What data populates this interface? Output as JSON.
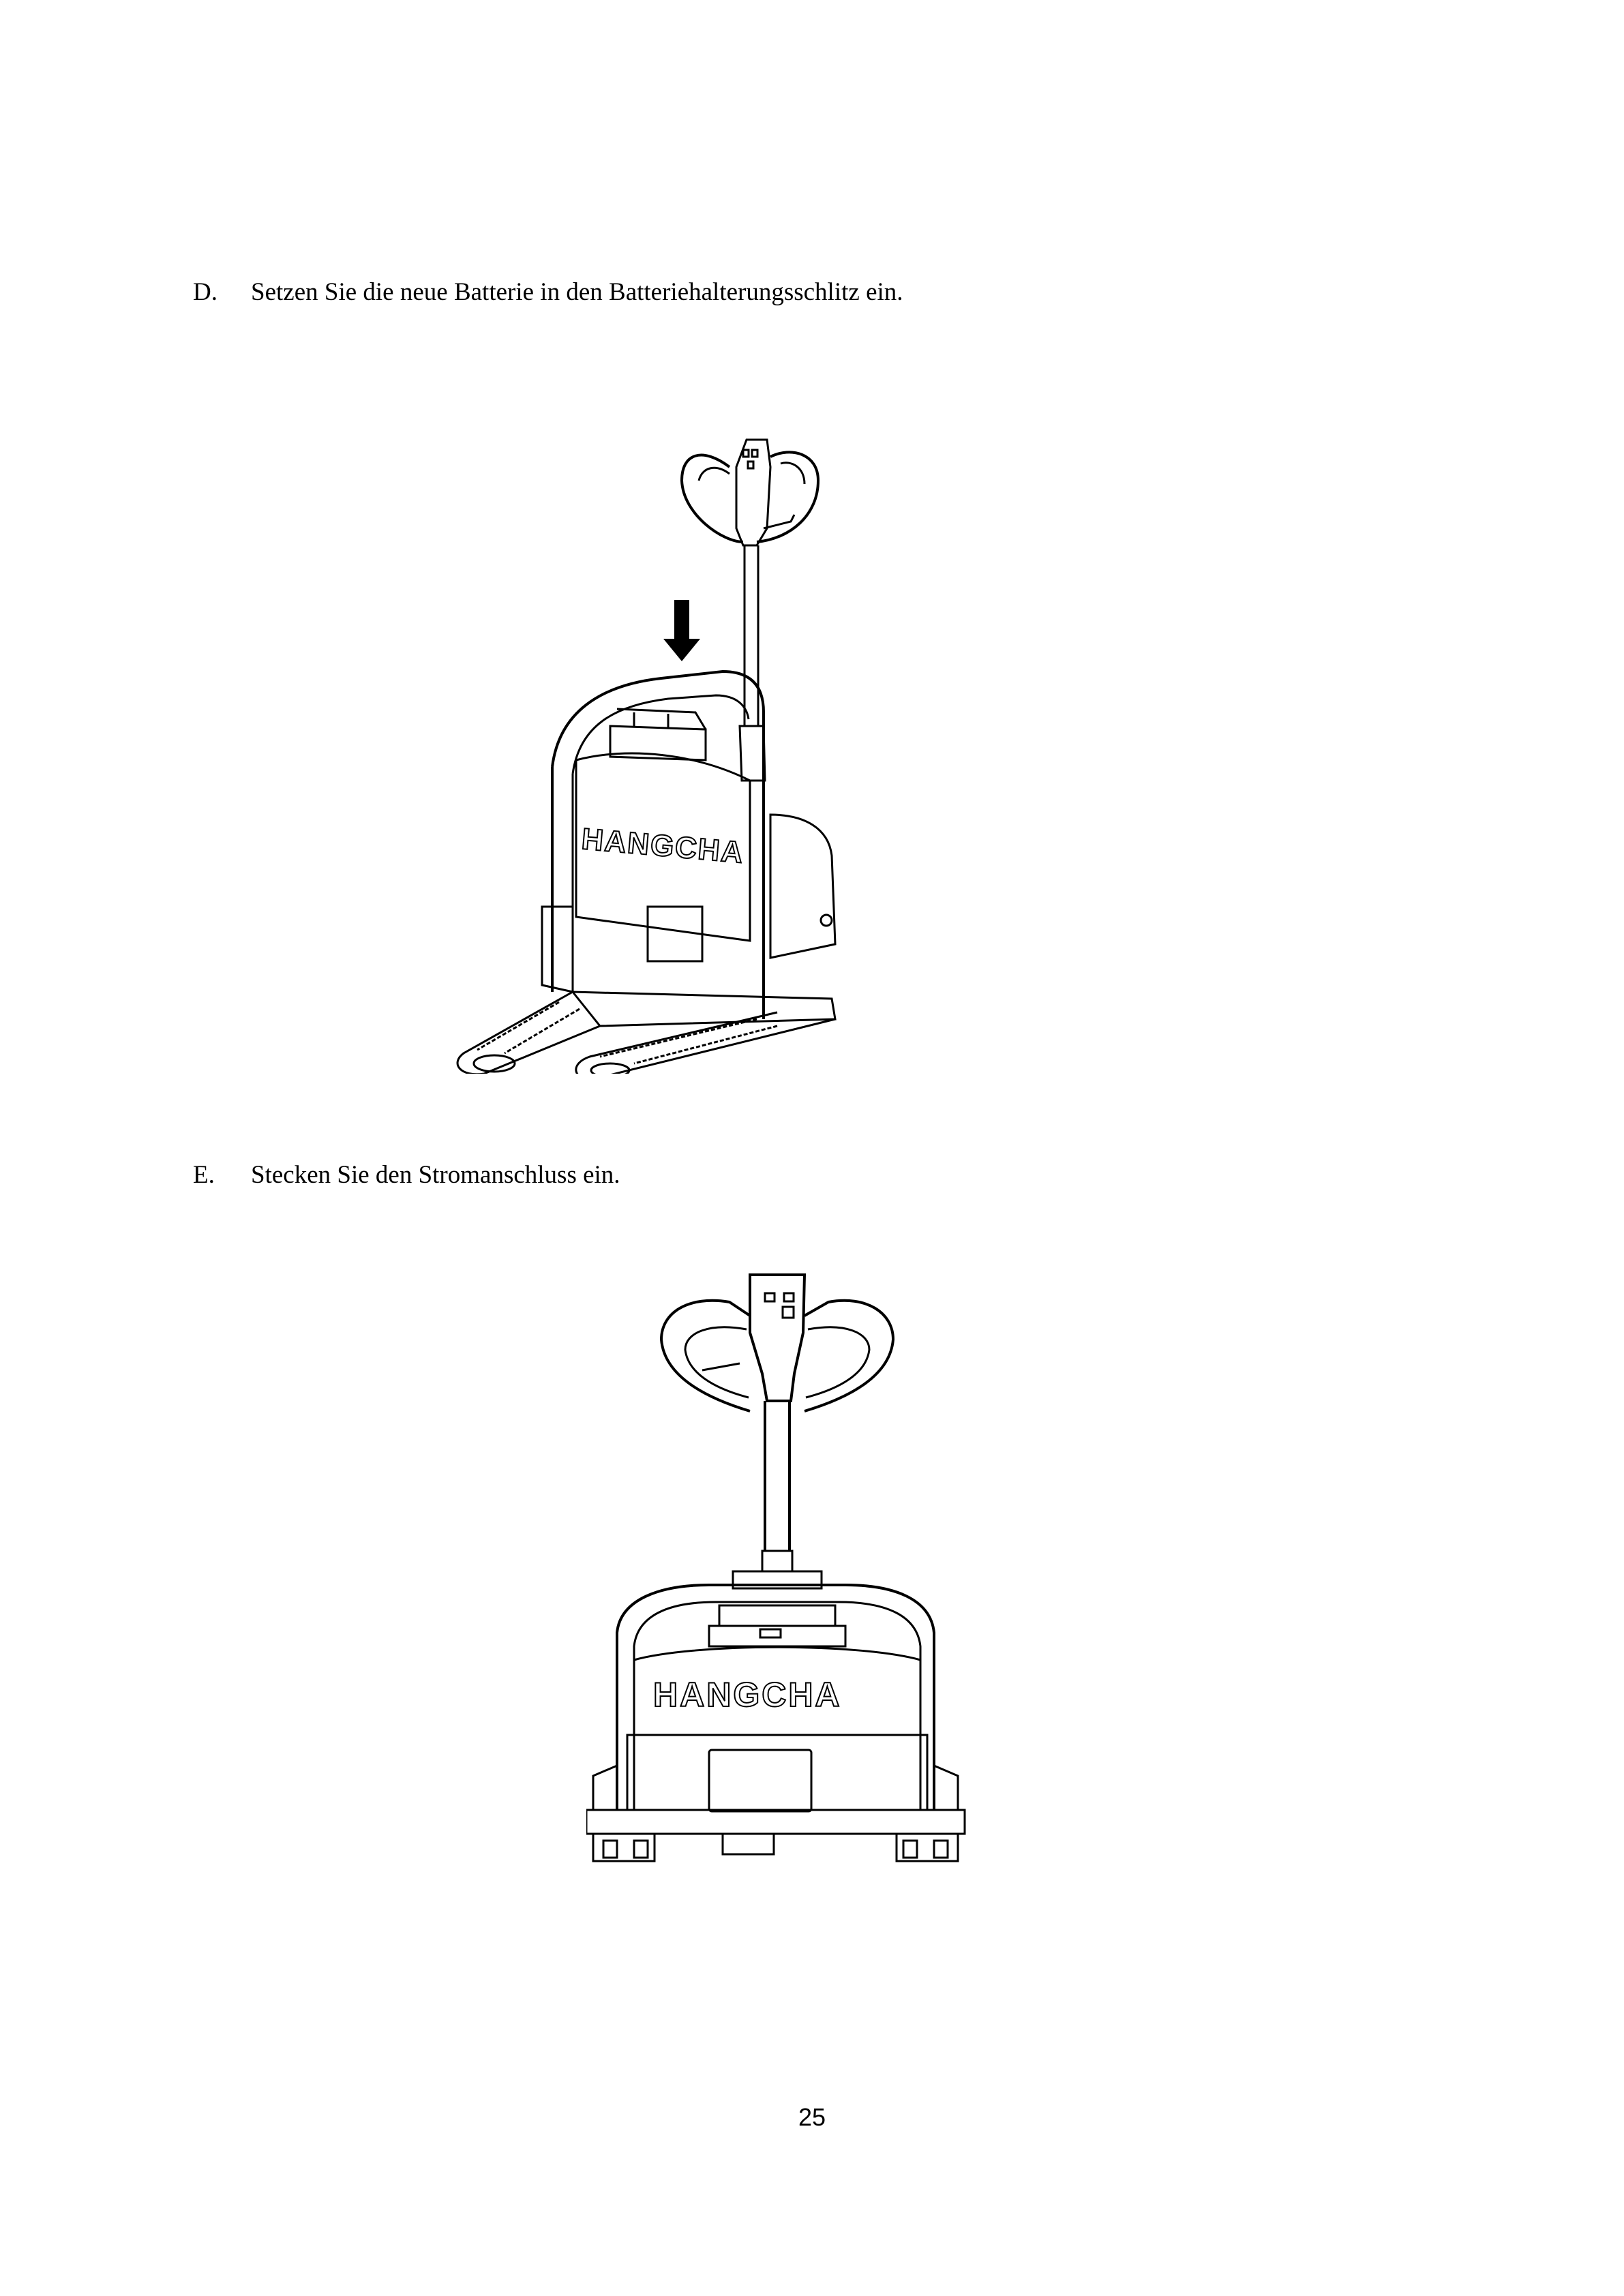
{
  "steps": [
    {
      "letter": "D.",
      "text": "Setzen Sie die neue Batterie in den Batteriehalterungsschlitz ein.",
      "figure": {
        "brand_label": "HANGCHA",
        "view": "isometric pallet truck with downward arrow",
        "icon": "arrow-down-icon"
      }
    },
    {
      "letter": "E.",
      "text": "Stecken Sie den Stromanschluss ein.",
      "figure": {
        "brand_label": "HANGCHA",
        "view": "rear view pallet truck"
      }
    }
  ],
  "footer": {
    "page_number": "25"
  },
  "colors": {
    "text": "#000000",
    "background": "#ffffff",
    "line_art": "#000000"
  }
}
